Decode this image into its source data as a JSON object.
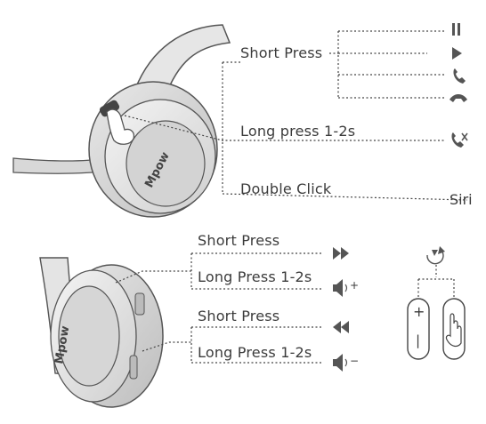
{
  "top_panel": {
    "labels": {
      "short_press": "Short Press",
      "long_press": "Long press 1-2s",
      "double_click": "Double Click"
    },
    "results": {
      "double_click_result": "Siri"
    },
    "icons": [
      "pause-icon",
      "play-icon",
      "answer-call-icon",
      "end-call-icon",
      "reject-call-icon"
    ]
  },
  "bottom_panel": {
    "labels": {
      "short_press_1": "Short Press",
      "long_press_1": "Long Press 1-2s",
      "short_press_2": "Short Press",
      "long_press_2": "Long Press 1-2s"
    },
    "icons": [
      "fast-forward-icon",
      "volume-up-icon",
      "rewind-icon",
      "volume-down-icon"
    ],
    "volume_up_symbol": "+",
    "volume_down_symbol": "−"
  },
  "buttons_diagram": {
    "plus_symbol": "+",
    "minus_symbol": "|",
    "icons": [
      "cycle-icon",
      "hand-press-icon"
    ]
  },
  "brand": "Mpow"
}
